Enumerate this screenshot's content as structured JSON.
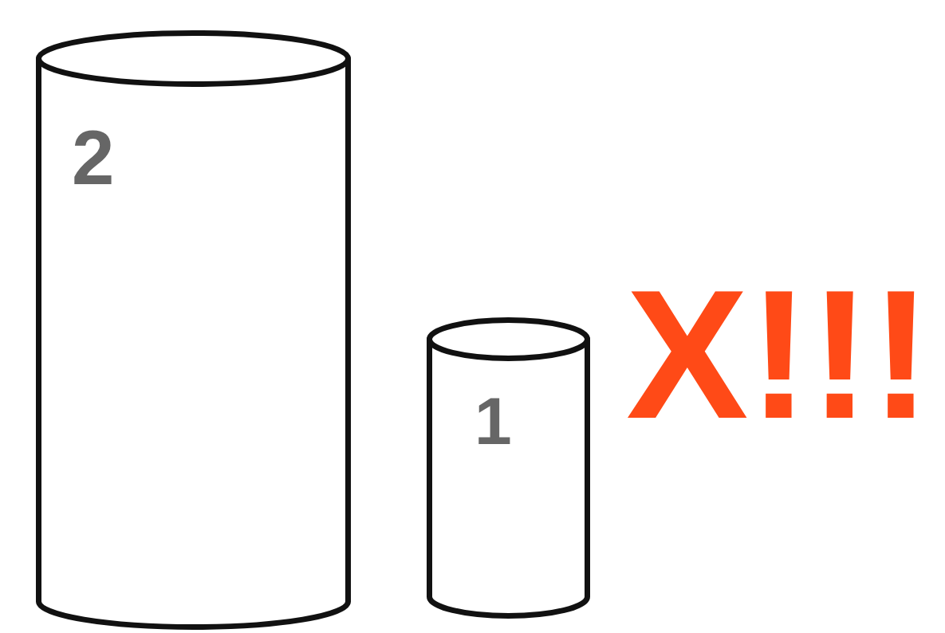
{
  "diagram": {
    "nodes": [
      {
        "text": [
          "2"
        ]
      },
      {
        "text": [
          "1"
        ]
      }
    ],
    "labels": [
      "X!!!"
    ]
  }
}
